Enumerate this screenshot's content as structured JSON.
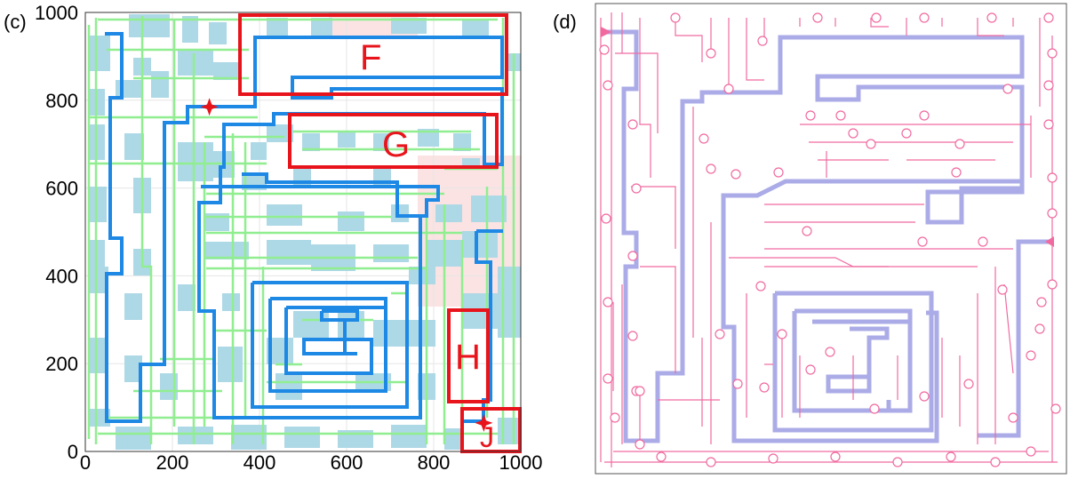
{
  "panels": {
    "left_label": "(c)",
    "right_label": "(d)"
  },
  "plot_c": {
    "x_ticks": [
      "0",
      "200",
      "400",
      "600",
      "800",
      "1000"
    ],
    "y_ticks": [
      "0",
      "200",
      "400",
      "600",
      "800",
      "1000"
    ],
    "xlim": [
      0,
      1000
    ],
    "ylim": [
      0,
      1000
    ],
    "grid": true,
    "highlight_boxes": [
      {
        "label": "F"
      },
      {
        "label": "G"
      },
      {
        "label": "H"
      },
      {
        "label": "J"
      }
    ],
    "markers": [
      {
        "name": "start-star",
        "x": 285,
        "y": 785
      },
      {
        "name": "end-star",
        "x": 915,
        "y": 65
      }
    ],
    "colors": {
      "obstacle": "#add8e6",
      "green_route": "#90ee90",
      "blue_route": "#1e88e5",
      "box": "#e8141c",
      "shade": "#fbe3e3"
    }
  },
  "layout_d": {
    "colors": {
      "trace": "#f06aa0",
      "highlight": "#8f8fe0",
      "frame": "#555555"
    }
  }
}
